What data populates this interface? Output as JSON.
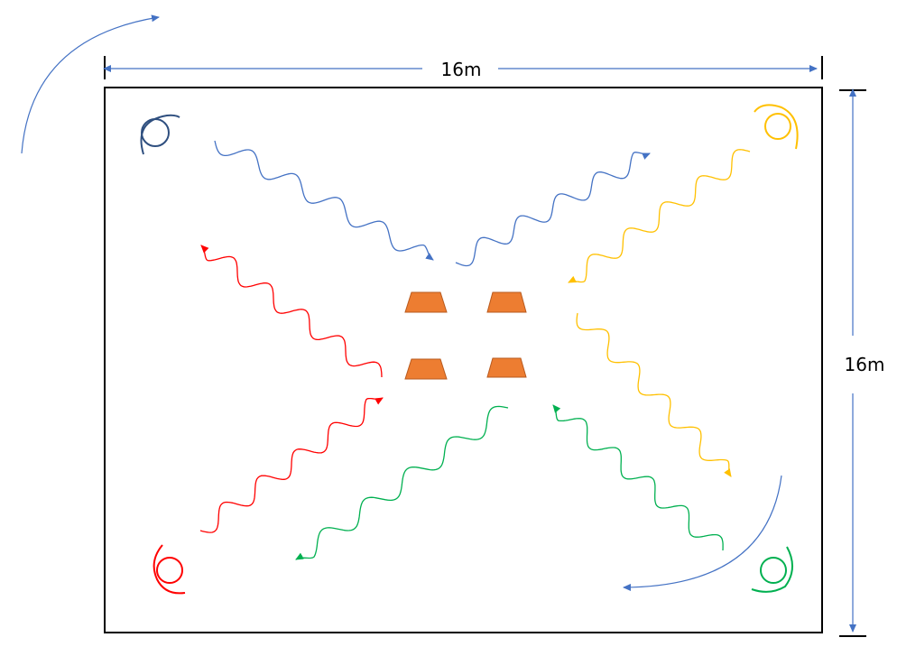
{
  "diagram": {
    "width_label": "16m",
    "height_label": "16m"
  },
  "colors": {
    "blue": "#4472C4",
    "dark_blue": "#2F4F7F",
    "yellow": "#FFC000",
    "red": "#FF0000",
    "green": "#00B050",
    "cone_fill": "#ED7D31",
    "cone_stroke": "#B85A1E",
    "border": "#000000"
  },
  "players": [
    {
      "name": "blue",
      "color_key": "dark_blue"
    },
    {
      "name": "yellow",
      "color_key": "yellow"
    },
    {
      "name": "red",
      "color_key": "red"
    },
    {
      "name": "green",
      "color_key": "green"
    }
  ],
  "cone_count": 4
}
